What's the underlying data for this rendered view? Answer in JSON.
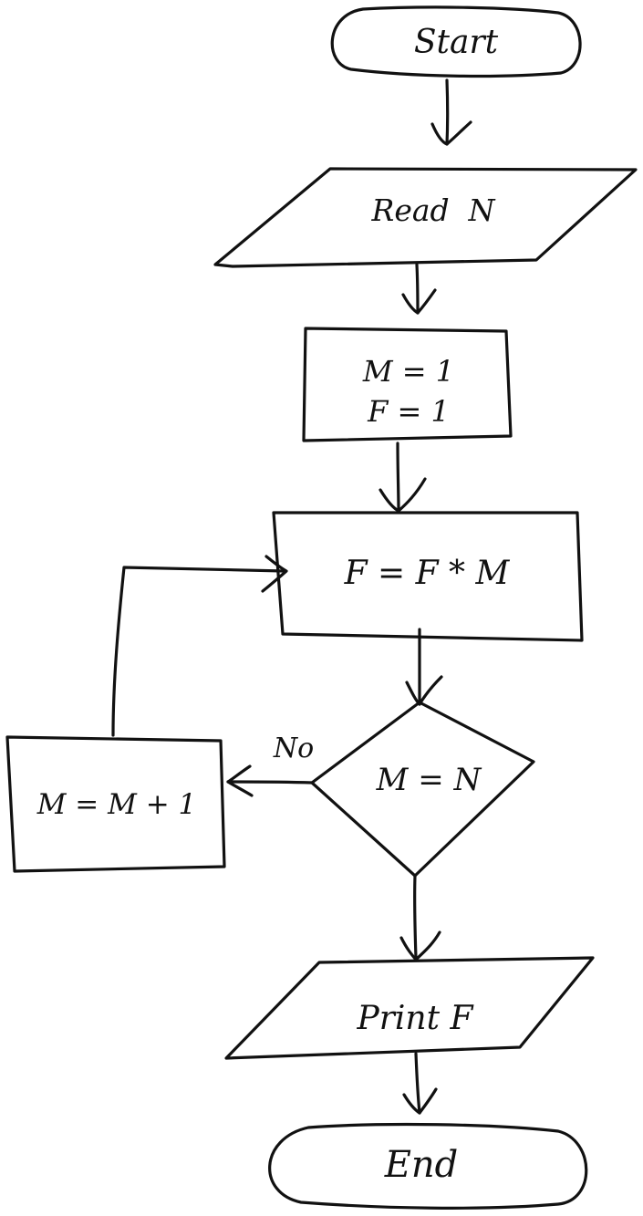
{
  "diagram": {
    "nodes": [
      {
        "id": "start",
        "shape": "terminal",
        "lines": [
          "Start"
        ]
      },
      {
        "id": "read",
        "shape": "parallelogram",
        "lines": [
          "Read  N"
        ]
      },
      {
        "id": "init",
        "shape": "rectangle",
        "lines": [
          "M = 1",
          "F = 1"
        ]
      },
      {
        "id": "multiply",
        "shape": "rectangle",
        "lines": [
          "F = F * M"
        ]
      },
      {
        "id": "decision",
        "shape": "diamond",
        "lines": [
          "M = N"
        ]
      },
      {
        "id": "increment",
        "shape": "rectangle",
        "lines": [
          "M = M + 1"
        ]
      },
      {
        "id": "print",
        "shape": "parallelogram",
        "lines": [
          "Print F"
        ]
      },
      {
        "id": "end",
        "shape": "terminal",
        "lines": [
          "End"
        ]
      }
    ],
    "edges": [
      {
        "from": "start",
        "to": "read",
        "label": ""
      },
      {
        "from": "read",
        "to": "init",
        "label": ""
      },
      {
        "from": "init",
        "to": "multiply",
        "label": ""
      },
      {
        "from": "multiply",
        "to": "decision",
        "label": ""
      },
      {
        "from": "decision",
        "to": "increment",
        "label": "No"
      },
      {
        "from": "increment",
        "to": "multiply",
        "label": ""
      },
      {
        "from": "decision",
        "to": "print",
        "label": ""
      },
      {
        "from": "print",
        "to": "end",
        "label": ""
      }
    ]
  }
}
